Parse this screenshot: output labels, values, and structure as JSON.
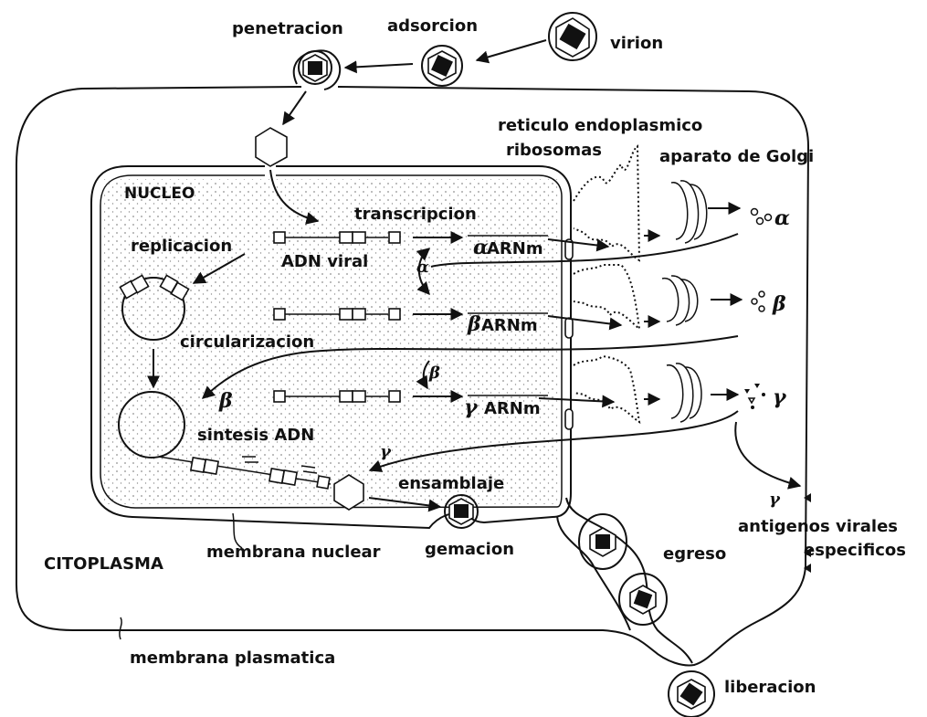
{
  "labels": {
    "penetracion": "penetracion",
    "adsorcion": "adsorcion",
    "virion": "virion",
    "reticulo": "reticulo endoplasmico",
    "ribosomas": "ribosomas",
    "golgi": "aparato de Golgi",
    "nucleo": "NUCLEO",
    "transcripcion": "transcripcion",
    "replicacion": "replicacion",
    "adn_viral": "ADN viral",
    "arnm_alpha": "ARNm",
    "arnm_beta": "ARNm",
    "arnm_gamma": "ARNm",
    "circularizacion": "circularizacion",
    "sintesis": "sintesis ADN",
    "ensamblaje": "ensamblaje",
    "gemacion": "gemacion",
    "citoplasma": "CITOPLASMA",
    "membrana_nuclear": "membrana nuclear",
    "egreso": "egreso",
    "antigenos_1": "antigenos virales",
    "antigenos_2": "especificos",
    "membrana_plasmatica": "membrana plasmatica",
    "liberacion": "liberacion"
  },
  "greek": {
    "alpha": "α",
    "beta": "β",
    "gamma": "γ"
  }
}
